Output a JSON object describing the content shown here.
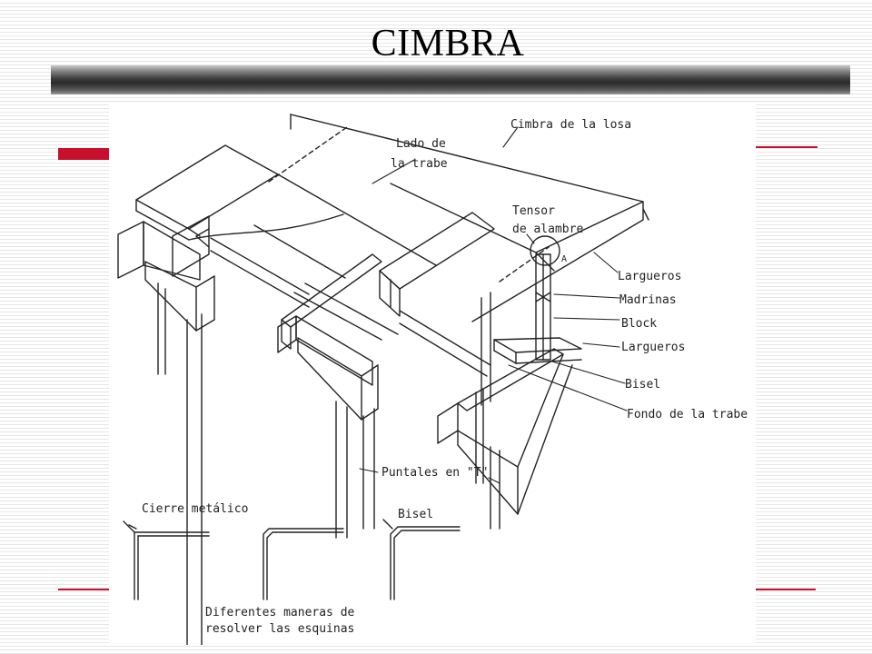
{
  "slide": {
    "title": "CIMBRA"
  },
  "diagram": {
    "labels": {
      "cimbra_losa": "Cimbra de la losa",
      "lado_trabe_1": "Lado de",
      "lado_trabe_2": "la trabe",
      "tensor_1": "Tensor",
      "tensor_2": "de alambre",
      "marker_a": "A",
      "largueros_top": "Largueros",
      "madrinas": "Madrinas",
      "block": "Block",
      "largueros_bottom": "Largueros",
      "bisel": "Bisel",
      "fondo_trabe": "Fondo de la trabe",
      "puntales": "Puntales en \"T\"",
      "cierre_metalico": "Cierre metálico",
      "bisel_detail": "Bisel",
      "caption_1": "Diferentes maneras de",
      "caption_2": "resolver las esquinas"
    },
    "colors": {
      "accent": "#c8102e",
      "line": "#222222"
    }
  }
}
